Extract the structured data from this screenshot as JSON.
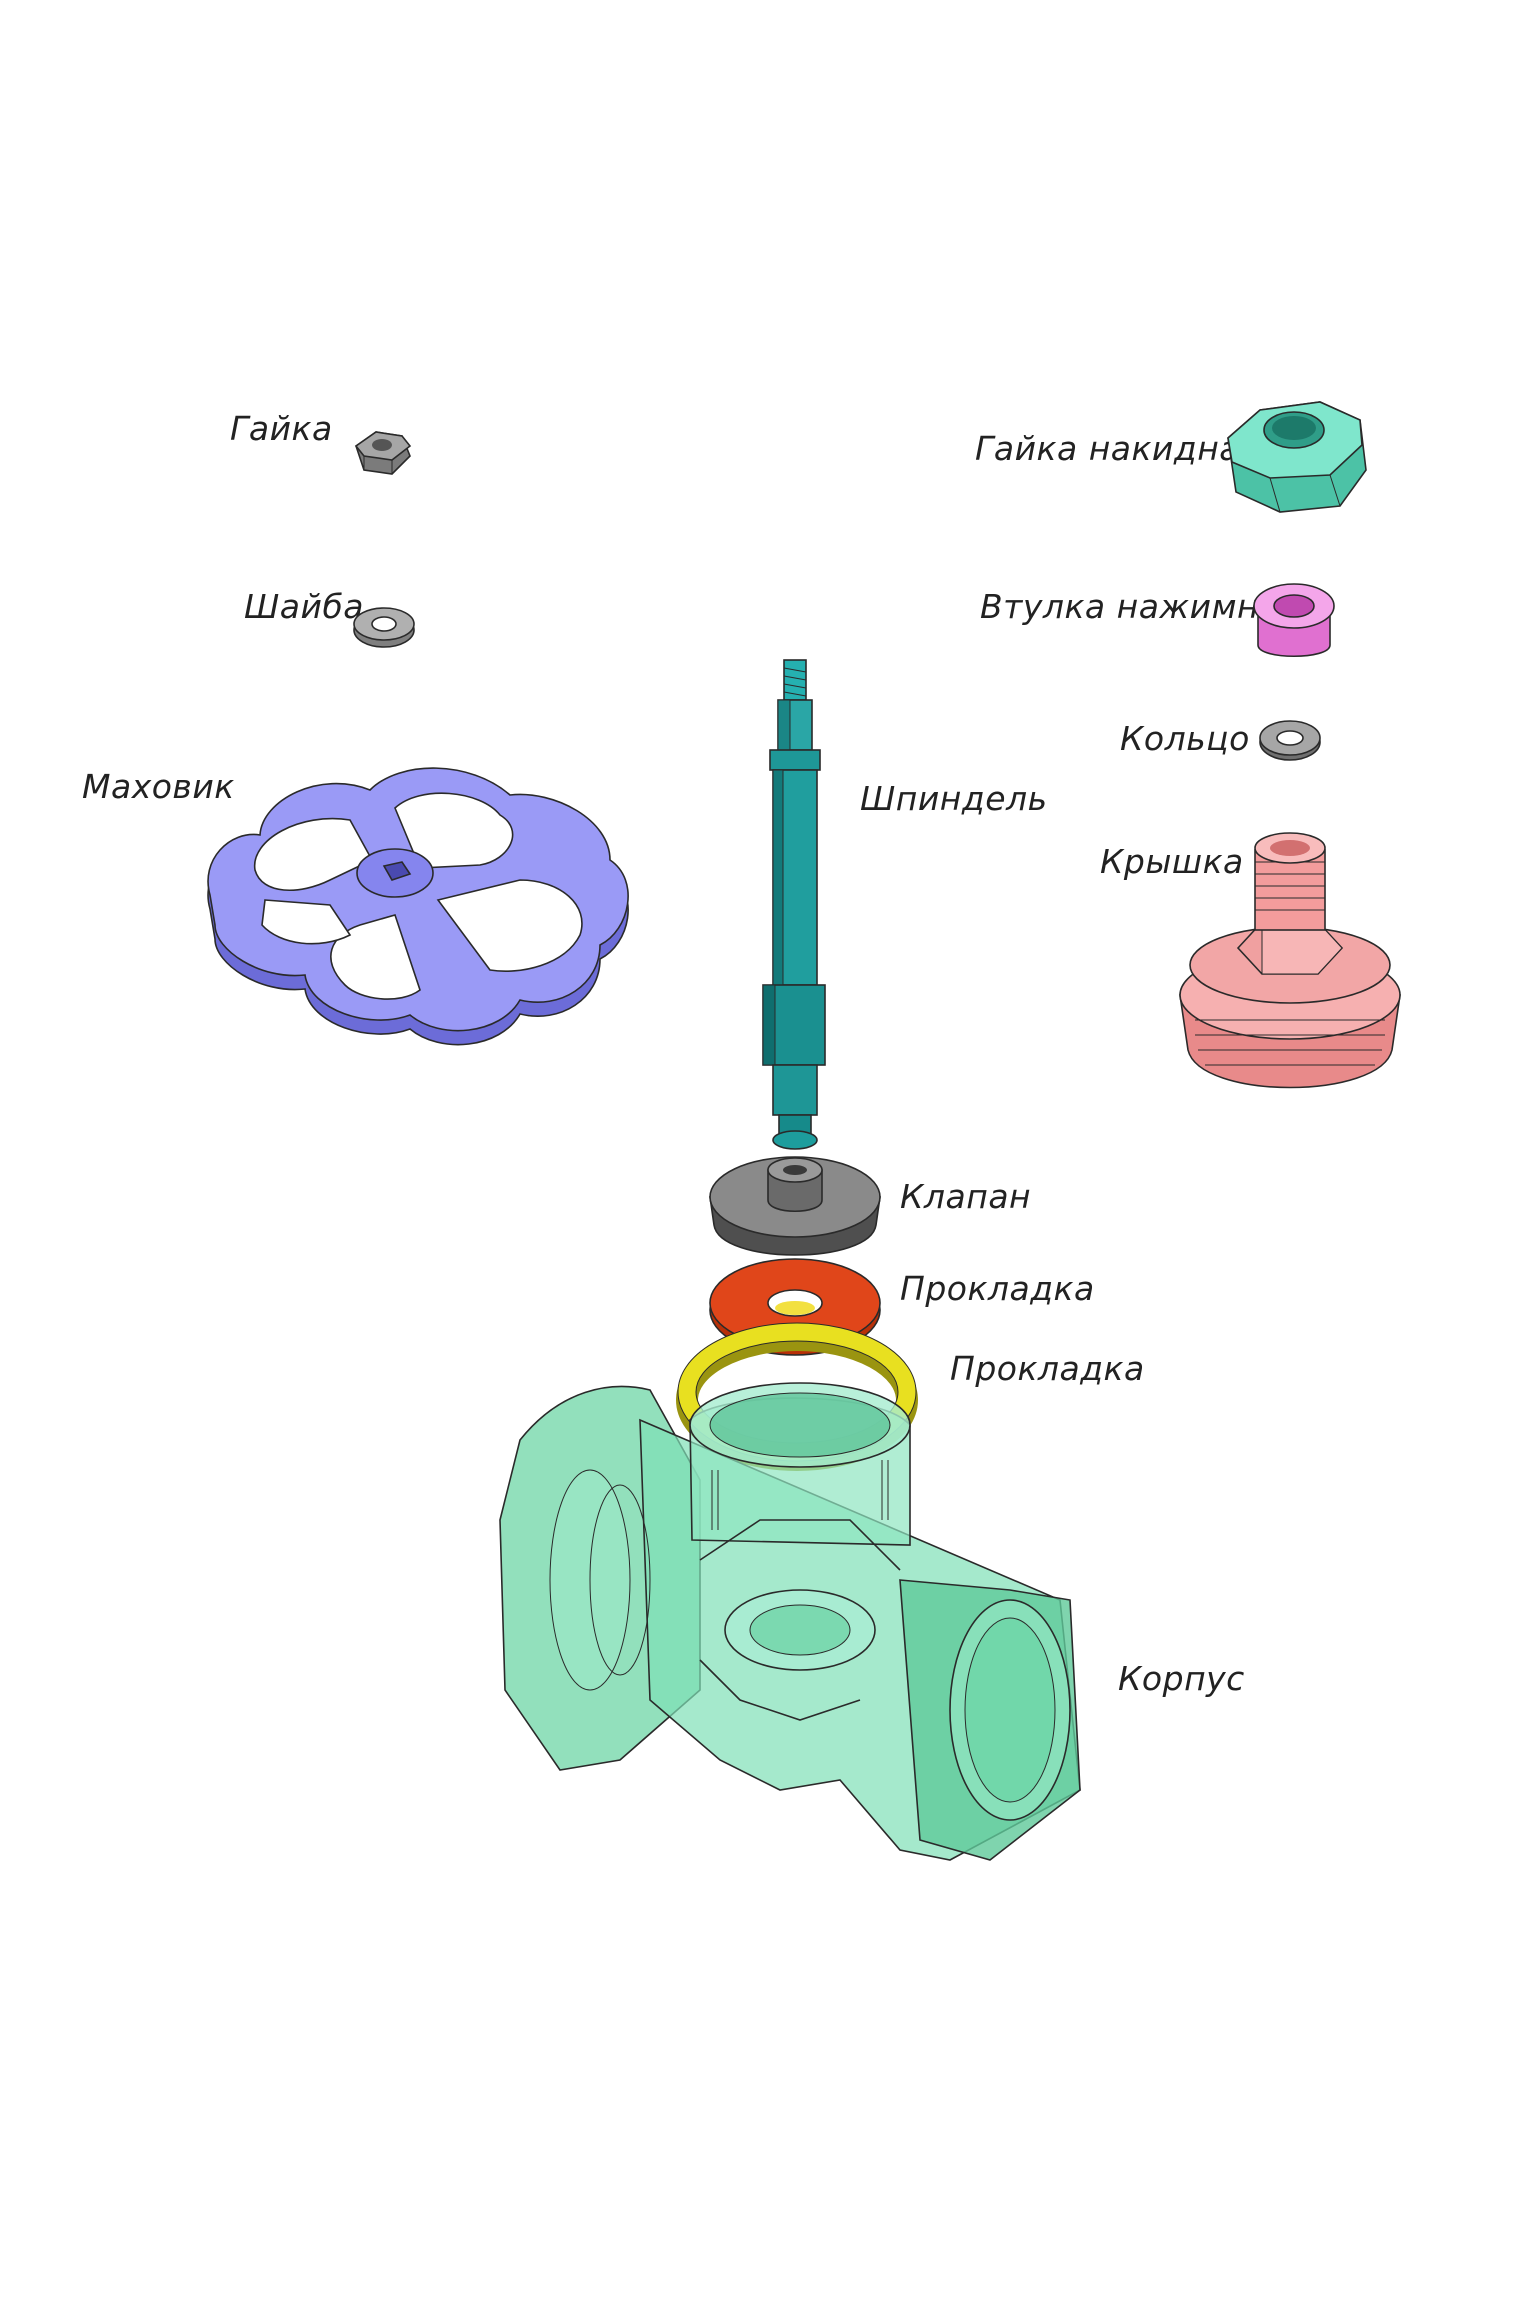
{
  "labels": {
    "nut": "Гайка",
    "washer": "Шайба",
    "handwheel": "Маховик",
    "spindle": "Шпиндель",
    "union_nut": "Гайка накидная",
    "gland_bush": "Втулка нажимная",
    "ring": "Кольцо",
    "cover": "Крышка",
    "valve": "Клапан",
    "gasket_1": "Прокладка",
    "gasket_2": "Прокладка",
    "body": "Корпус"
  },
  "colors": {
    "nut": "#8a8a8a",
    "washer": "#9a9a9a",
    "handwheel": "#8c8cf2",
    "spindle": "#1f9a9a",
    "union_nut": "#5fd6b8",
    "gland_bush": "#f08ce0",
    "ring": "#9a9a9a",
    "cover": "#f4a0a0",
    "valve": "#7a7a7a",
    "gasket_1": "#e04a14",
    "gasket_2": "#e8e020",
    "body": "#6ed6a6"
  }
}
